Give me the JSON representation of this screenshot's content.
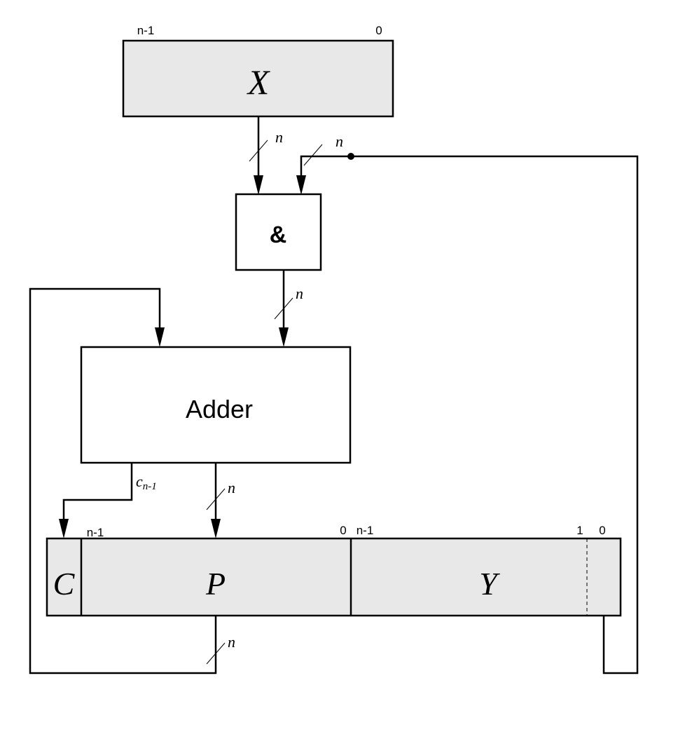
{
  "colors": {
    "register_fill": "#e8e8e8",
    "line": "#000000"
  },
  "x_register": {
    "label": "X",
    "msb": "n-1",
    "lsb": "0"
  },
  "and_gate": {
    "label": "&"
  },
  "adder": {
    "label": "Adder"
  },
  "carry": {
    "label_main": "c",
    "label_sub": "n-1"
  },
  "bus_width": "n",
  "result_register": {
    "c_label": "C",
    "p_label": "P",
    "y_label": "Y",
    "p_msb": "n-1",
    "p_lsb": "0",
    "y_msb": "n-1",
    "y_bit1": "1",
    "y_lsb": "0"
  }
}
